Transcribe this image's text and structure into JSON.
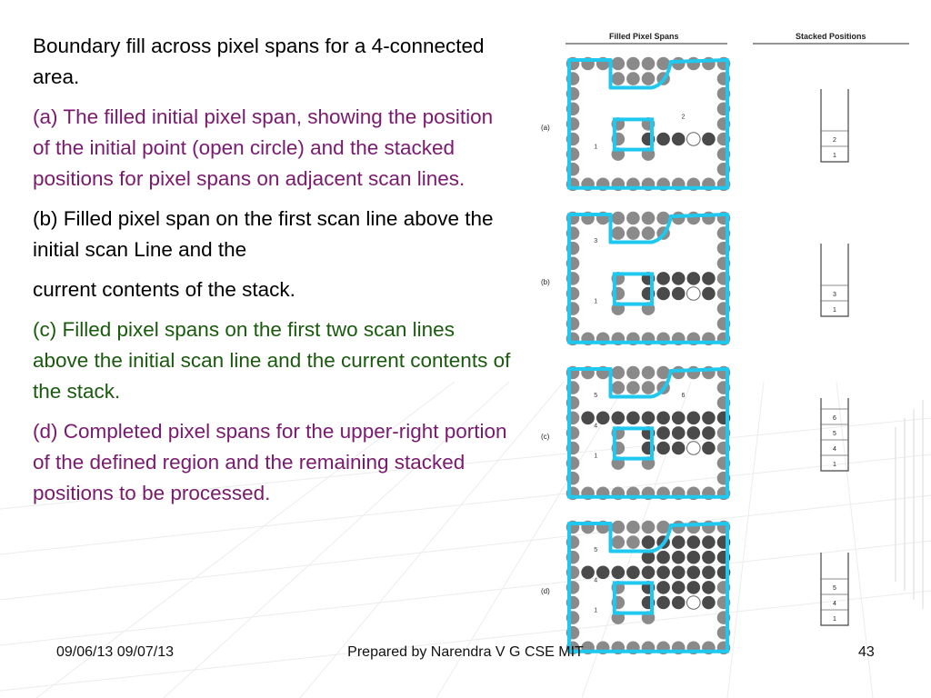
{
  "text": {
    "p_intro": "Boundary fill across pixel spans for a 4-connected area.",
    "p_a": "(a) The filled initial pixel span, showing the position of the initial point (open circle) and the stacked positions for pixel spans on adjacent scan lines.",
    "p_b1": "(b) Filled pixel span on the first scan line above the initial scan Line and the",
    "p_b2": "current contents of the stack.",
    "p_c": "(c) Filled pixel spans on the first two scan lines above the initial scan line and the current contents of the stack.",
    "p_d": "(d) Completed pixel spans for the upper-right portion of the defined region and the remaining stacked positions to be processed."
  },
  "figure": {
    "header_left": "Filled Pixel Spans",
    "header_right": "Stacked Positions",
    "panels": [
      {
        "label": "(a)",
        "stack": [
          "2",
          "1"
        ],
        "marks": [
          {
            "t": "2",
            "row": 4
          },
          {
            "t": "1",
            "row": 6
          }
        ]
      },
      {
        "label": "(b)",
        "stack": [
          "3",
          "1"
        ],
        "marks": [
          {
            "t": "3",
            "row": 2
          },
          {
            "t": "1",
            "row": 6
          }
        ]
      },
      {
        "label": "(c)",
        "stack": [
          "6",
          "5",
          "4",
          "1"
        ],
        "marks": [
          {
            "t": "5",
            "row": 2
          },
          {
            "t": "4",
            "row": 4
          },
          {
            "t": "6",
            "row": 2
          },
          {
            "t": "1",
            "row": 6
          }
        ]
      },
      {
        "label": "(d)",
        "stack": [
          "5",
          "4",
          "1"
        ],
        "marks": [
          {
            "t": "5",
            "row": 2
          },
          {
            "t": "4",
            "row": 4
          },
          {
            "t": "1",
            "row": 6
          }
        ]
      }
    ]
  },
  "footer": {
    "date": "09/06/13 09/07/13",
    "center": "Prepared by Narendra V G CSE MIT",
    "page": "43"
  },
  "colors": {
    "outline": "#1ec8ee",
    "pixel": "#8a8a8a",
    "filled_pixel": "#4a4a4a",
    "purple_text": "#7a1a6e",
    "green_text": "#1a5a0e"
  }
}
